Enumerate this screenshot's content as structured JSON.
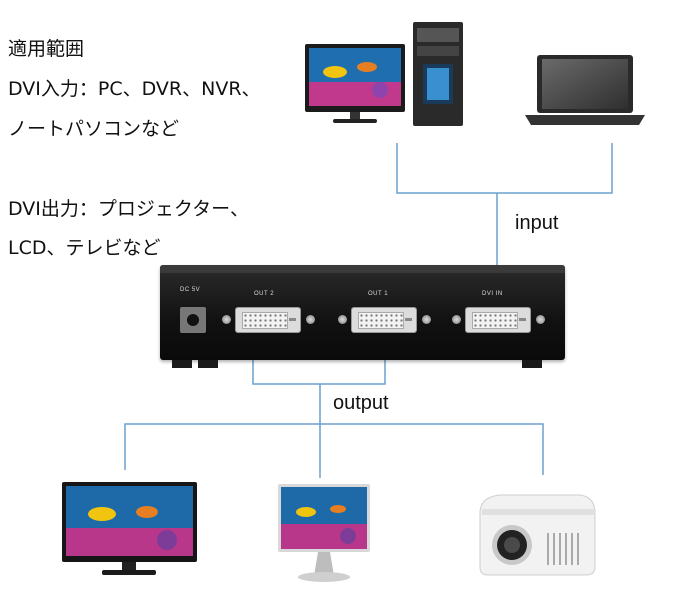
{
  "text": {
    "line1": "適用範囲",
    "line2": "DVI入力：PC、DVR、NVR、",
    "line3": "ノートパソコンなど",
    "line4": "DVI出力：プロジェクター、",
    "line5": "LCD、テレビなど"
  },
  "labels": {
    "input": "input",
    "output": "output"
  },
  "ports": {
    "dc": "DC 5V",
    "out2": "OUT 2",
    "out1": "OUT 1",
    "dvi_in": "DVI IN"
  },
  "colors": {
    "wire": "#6aa0cf",
    "device_dark": "#222222"
  }
}
